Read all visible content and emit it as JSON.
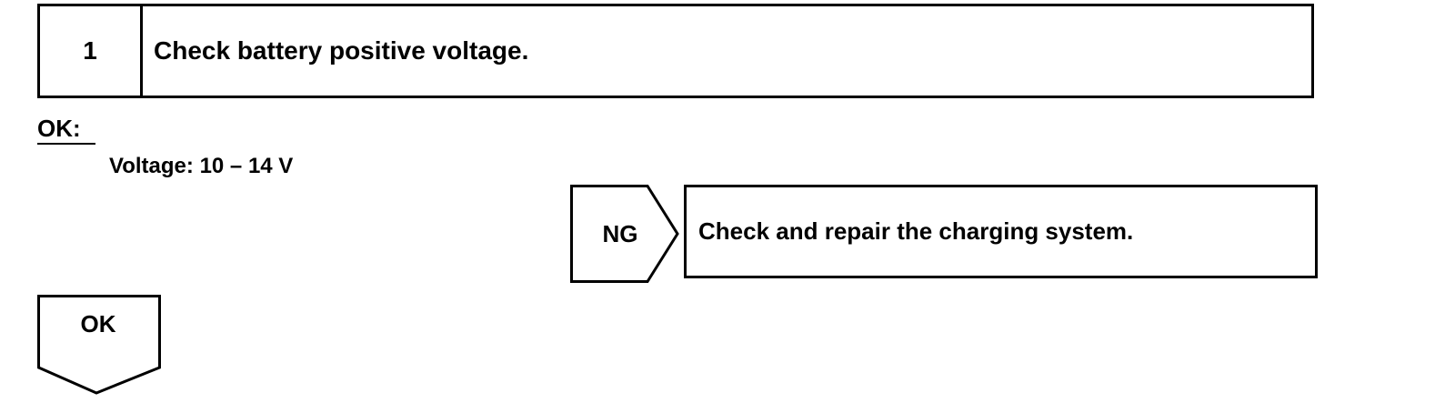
{
  "step": {
    "number": "1",
    "title": "Check battery positive voltage."
  },
  "criteria": {
    "ok_label": "OK:",
    "value": "Voltage: 10 – 14 V"
  },
  "ng_branch": {
    "label": "NG",
    "action": "Check and repair the charging system."
  },
  "ok_branch": {
    "label": "OK"
  }
}
